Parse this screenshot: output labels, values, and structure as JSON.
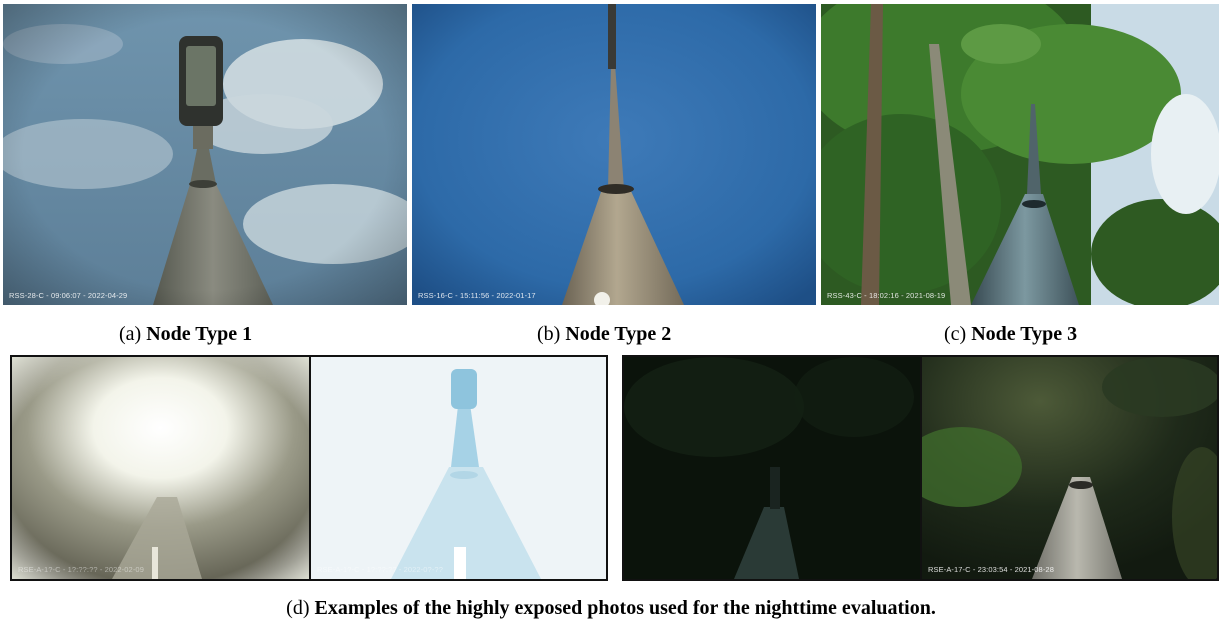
{
  "panels": {
    "a": {
      "stamp": "RSS-28-C - 09:06:07 - 2022-04-29"
    },
    "b": {
      "stamp": "RSS-16-C - 15:11:56 - 2022-01-17"
    },
    "c": {
      "stamp": "RSS-43-C - 18:02:16 - 2021-08-19"
    },
    "d1": {
      "stamp": "RSE-A-1?-C - 1?:??:?? - 2022-02-09"
    },
    "d2": {
      "stamp": "RSE-A-1?-C - 1?:??:?? - 2022-0?-??"
    },
    "d3": {
      "stamp": ""
    },
    "d4": {
      "stamp": "RSE-A-17-C - 23:03:54 - 2021-08-28"
    }
  },
  "captions": {
    "a": {
      "prefix": "(a)",
      "bold": "Node Type 1"
    },
    "b": {
      "prefix": "(b)",
      "bold": "Node Type 2"
    },
    "c": {
      "prefix": "(c)",
      "bold": "Node Type 3"
    },
    "d": {
      "prefix": "(d)",
      "bold": "Examples of the highly exposed photos used for the nighttime evaluation."
    }
  }
}
